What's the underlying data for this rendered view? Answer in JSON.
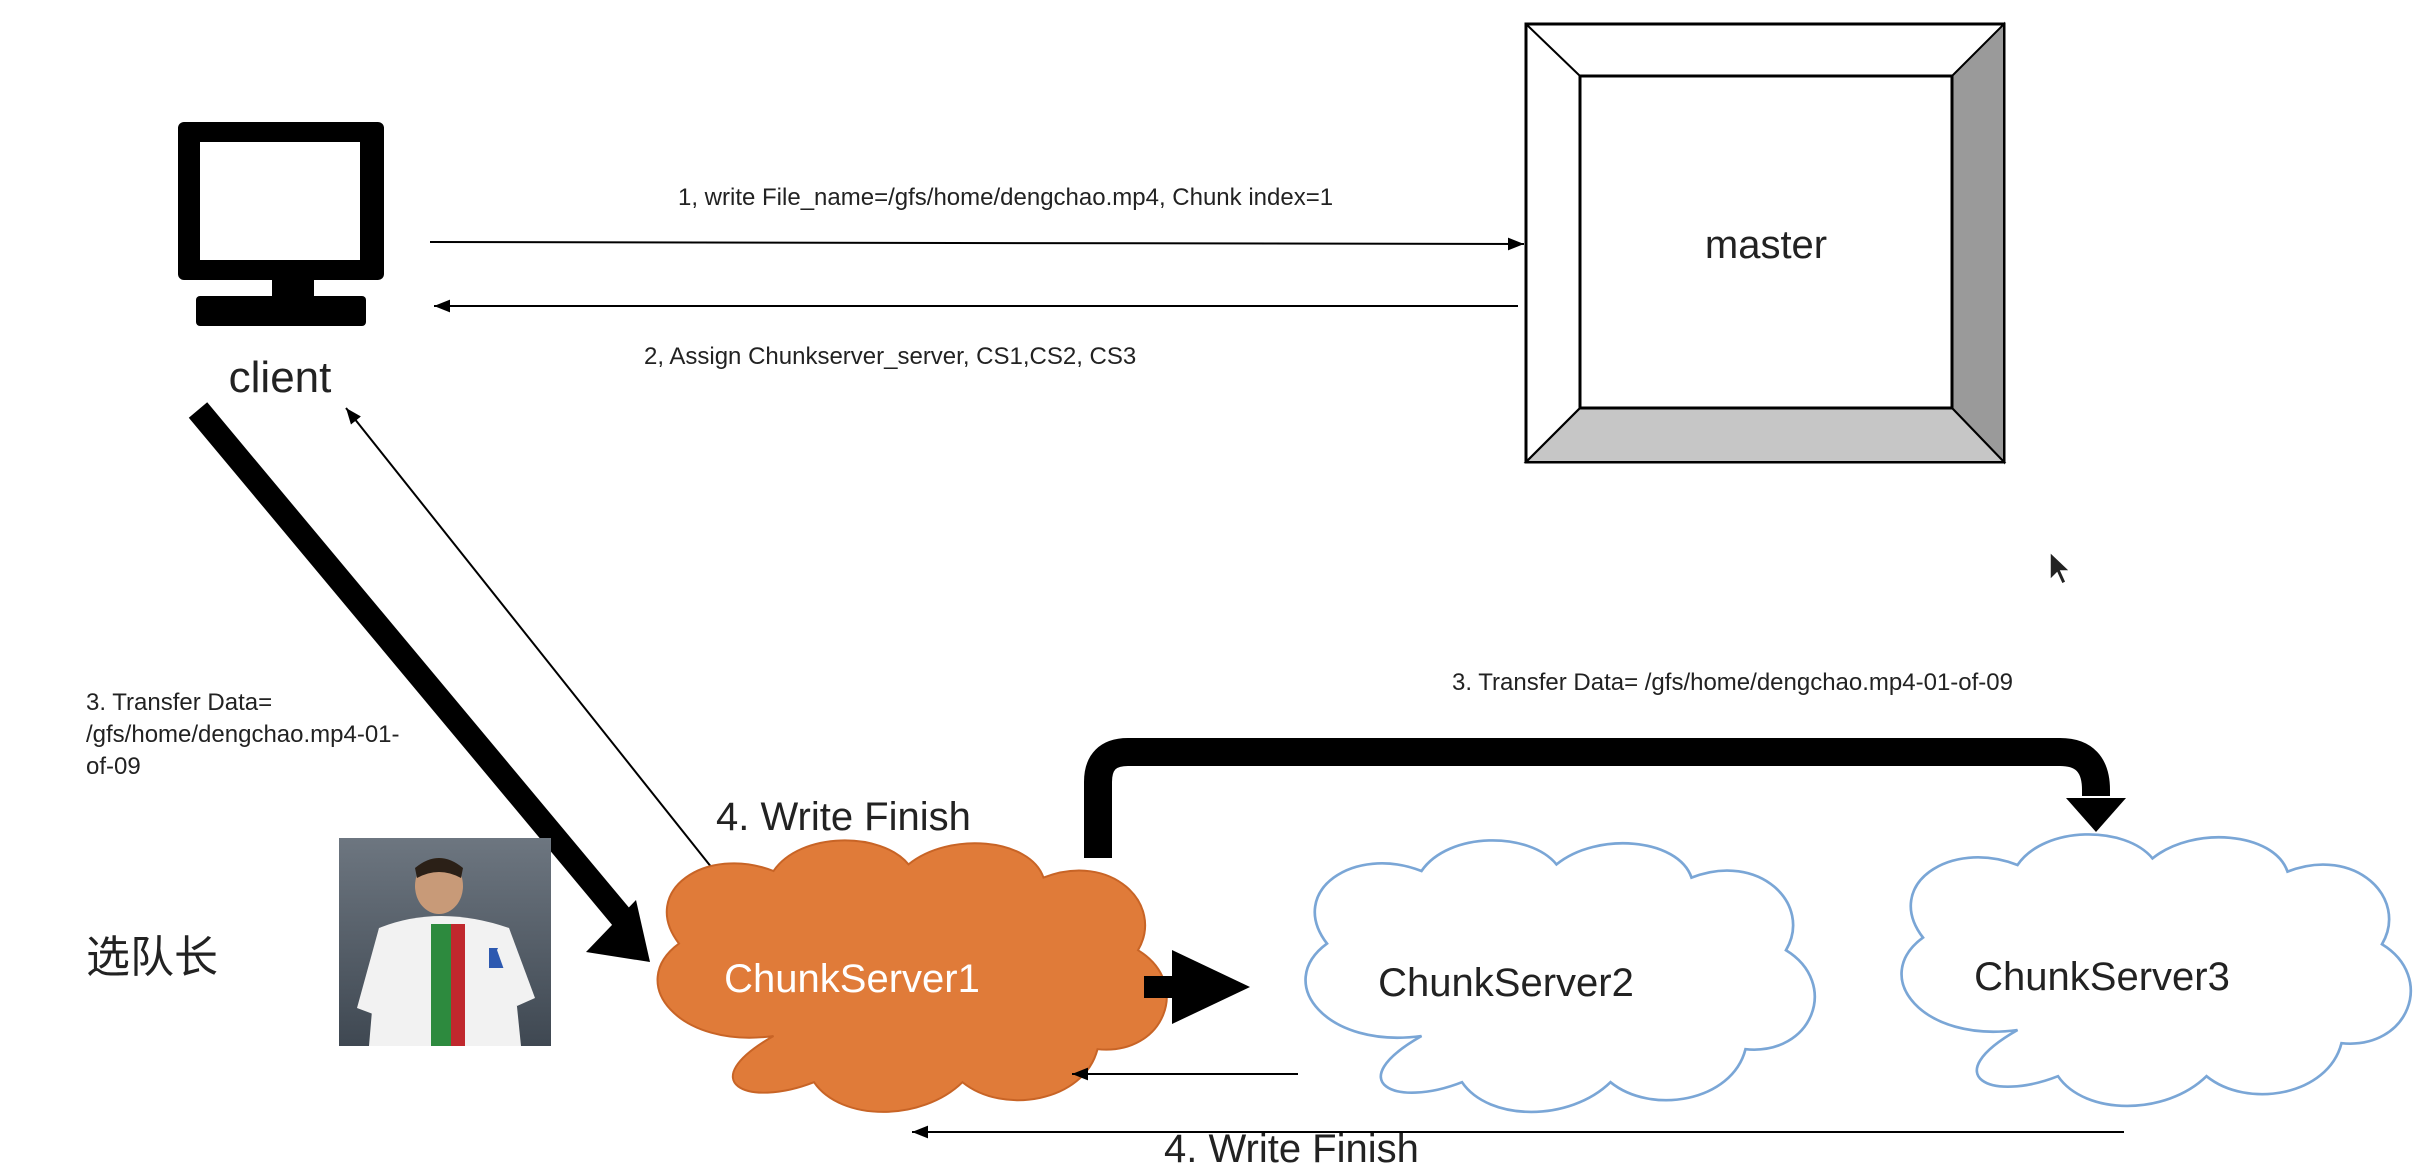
{
  "nodes": {
    "client": "client",
    "master": "master",
    "cs1": "ChunkServer1",
    "cs2": "ChunkServer2",
    "cs3": "ChunkServer3"
  },
  "labels": {
    "step1": "1,  write File_name=/gfs/home/dengchao.mp4, Chunk index=1",
    "step2": "2, Assign Chunkserver_server, CS1,CS2, CS3",
    "step3_left": [
      "3. Transfer Data=",
      "/gfs/home/dengchao.mp4-01-",
      "of-09"
    ],
    "step3_right": "3. Transfer Data= /gfs/home/dengchao.mp4-01-of-09",
    "write_finish_top": "4. Write Finish",
    "write_finish_bottom": "4. Write Finish",
    "leader": "选队长"
  },
  "colors": {
    "primary_cloud": "#e07b39",
    "replica_cloud_stroke": "#7aa6d6",
    "ink": "#000000"
  },
  "icons": {
    "client": "desktop-monitor-icon",
    "master": "server-box-icon",
    "cursor": "mouse-pointer-icon",
    "photo": "person-photo"
  }
}
